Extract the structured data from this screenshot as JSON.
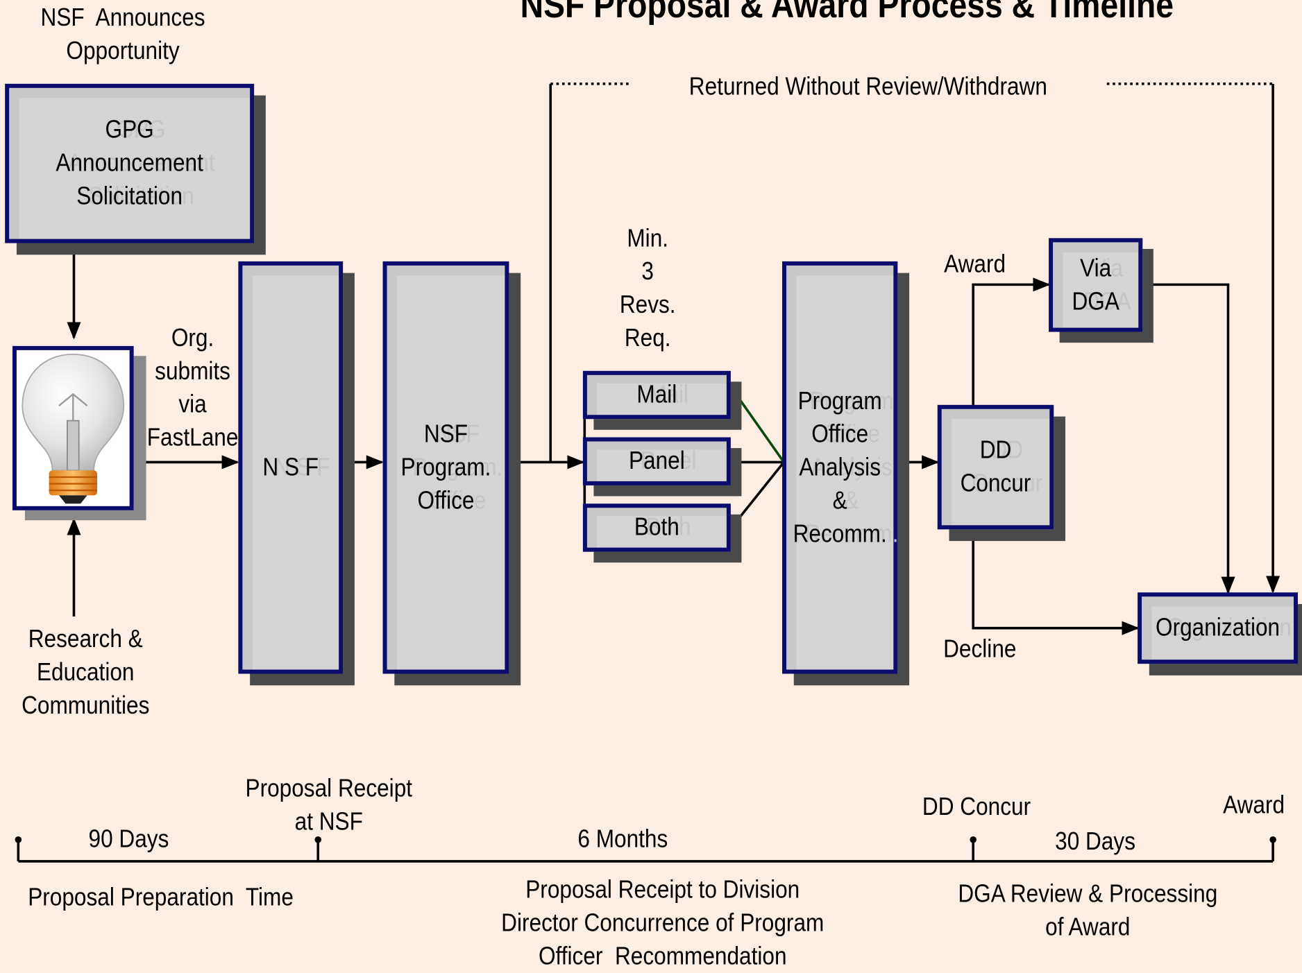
{
  "title": "NSF Proposal & Award Process & Timeline",
  "diagram": {
    "announces": "NSF  Announces\nOpportunity",
    "gpg_box": "GPG\nAnnouncement\nSolicitation",
    "submits": "Org.\nsubmits\nvia\nFastLane",
    "communities": "Research &\nEducation\nCommunities",
    "nsf_box": "N S F",
    "program_office_box": "NSF\nProgram.\nOffice",
    "returned": "Returned Without Review/Withdrawn",
    "min_reviews": "Min.\n3\nRevs.\nReq.",
    "mail_box": "Mail",
    "panel_box": "Panel",
    "both_box": "Both",
    "analysis_box": "Program\nOffice\nAnalysis\n&\nRecomm.",
    "dd_box": "DD\nConcur",
    "award_label": "Award",
    "via_dga_box": "Via\nDGA",
    "decline_label": "Decline",
    "organization_box": "Organization"
  },
  "timeline": {
    "proposal_receipt": "Proposal Receipt\nat NSF",
    "dd_concur": "DD Concur",
    "award": "Award",
    "seg1_duration": "90 Days",
    "seg2_duration": "6 Months",
    "seg3_duration": "30 Days",
    "seg1_desc": "Proposal Preparation  Time",
    "seg2_desc": "Proposal Receipt to Division\nDirector Concurrence of Program\nOfficer  Recommendation",
    "seg3_desc": "DGA Review & Processing\nof Award"
  },
  "colors": {
    "background": "#fdeee3",
    "box_border": "#0c0c6c",
    "box_fill": "#d4d4d4",
    "box_shadow": "#4a4a4a",
    "connector_green": "#0a4a0a"
  },
  "icons": {
    "bulb": "light-bulb-icon"
  }
}
